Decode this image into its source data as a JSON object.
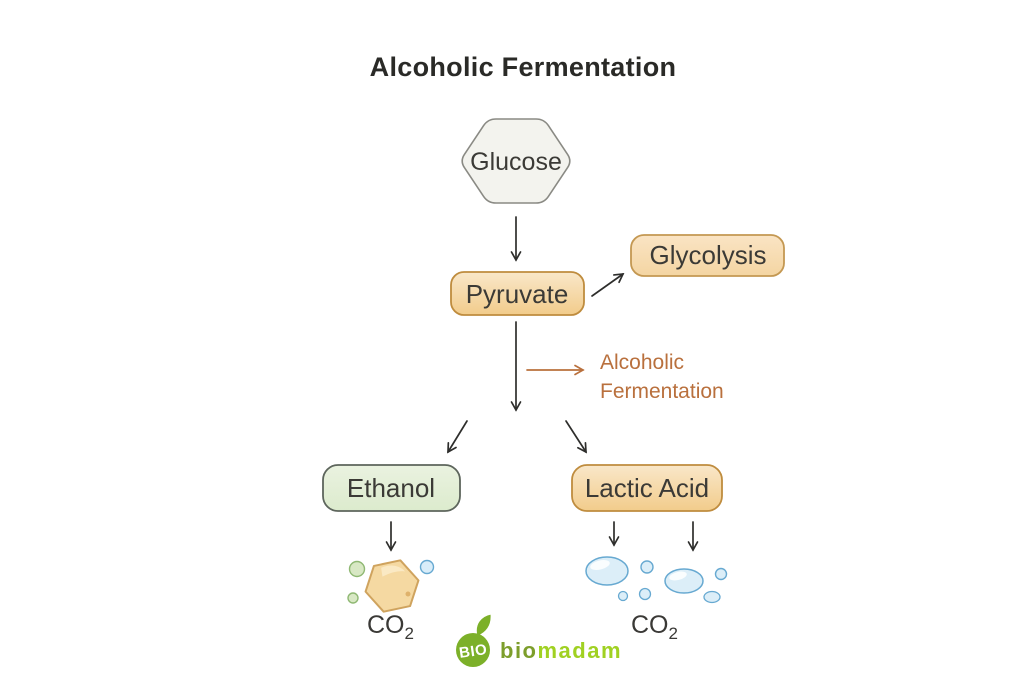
{
  "title": "Alcoholic Fermentation",
  "nodes": {
    "glucose": {
      "label": "Glucose"
    },
    "pyruvate": {
      "label": "Pyruvate"
    },
    "glycolysis": {
      "label": "Glycolysis"
    },
    "ethanol": {
      "label": "Ethanol"
    },
    "lactic_acid": {
      "label": "Lactic Acid"
    }
  },
  "annotations": {
    "pathway_label_line1": "Alcoholic",
    "pathway_label_line2": "Fermentation",
    "co2_left": {
      "formula": "CO",
      "subscript": "2"
    },
    "co2_right": {
      "formula": "CO",
      "subscript": "2"
    }
  },
  "logo": {
    "badge": "BIO",
    "name_part1": "bio",
    "name_part2": "madam"
  },
  "colors": {
    "title_text": "#2a2a27",
    "node_text": "#3b3a36",
    "arrow": "#2e2e2c",
    "accent_orange_text": "#b9703d",
    "orange_box_fill": "#f5d49a",
    "orange_box_border": "#bf8c3e",
    "glycolysis_fill": "#f7dcae",
    "green_box_fill": "#e2eed6",
    "green_box_border": "#5d655c",
    "hexagon_fill": "#f3f3ee",
    "hexagon_border": "#8a8a84",
    "molecule_orange_fill": "#f5d9a2",
    "molecule_orange_border": "#cfa35e",
    "molecule_green_fill": "#d8e8c4",
    "molecule_green_border": "#8fb873",
    "bubble_blue_fill": "#dceef8",
    "bubble_blue_border": "#67a9d1",
    "logo_badge_green": "#7cb029",
    "logo_text_dark_green": "#7d9e2c",
    "logo_text_lime_green": "#a0d122"
  }
}
